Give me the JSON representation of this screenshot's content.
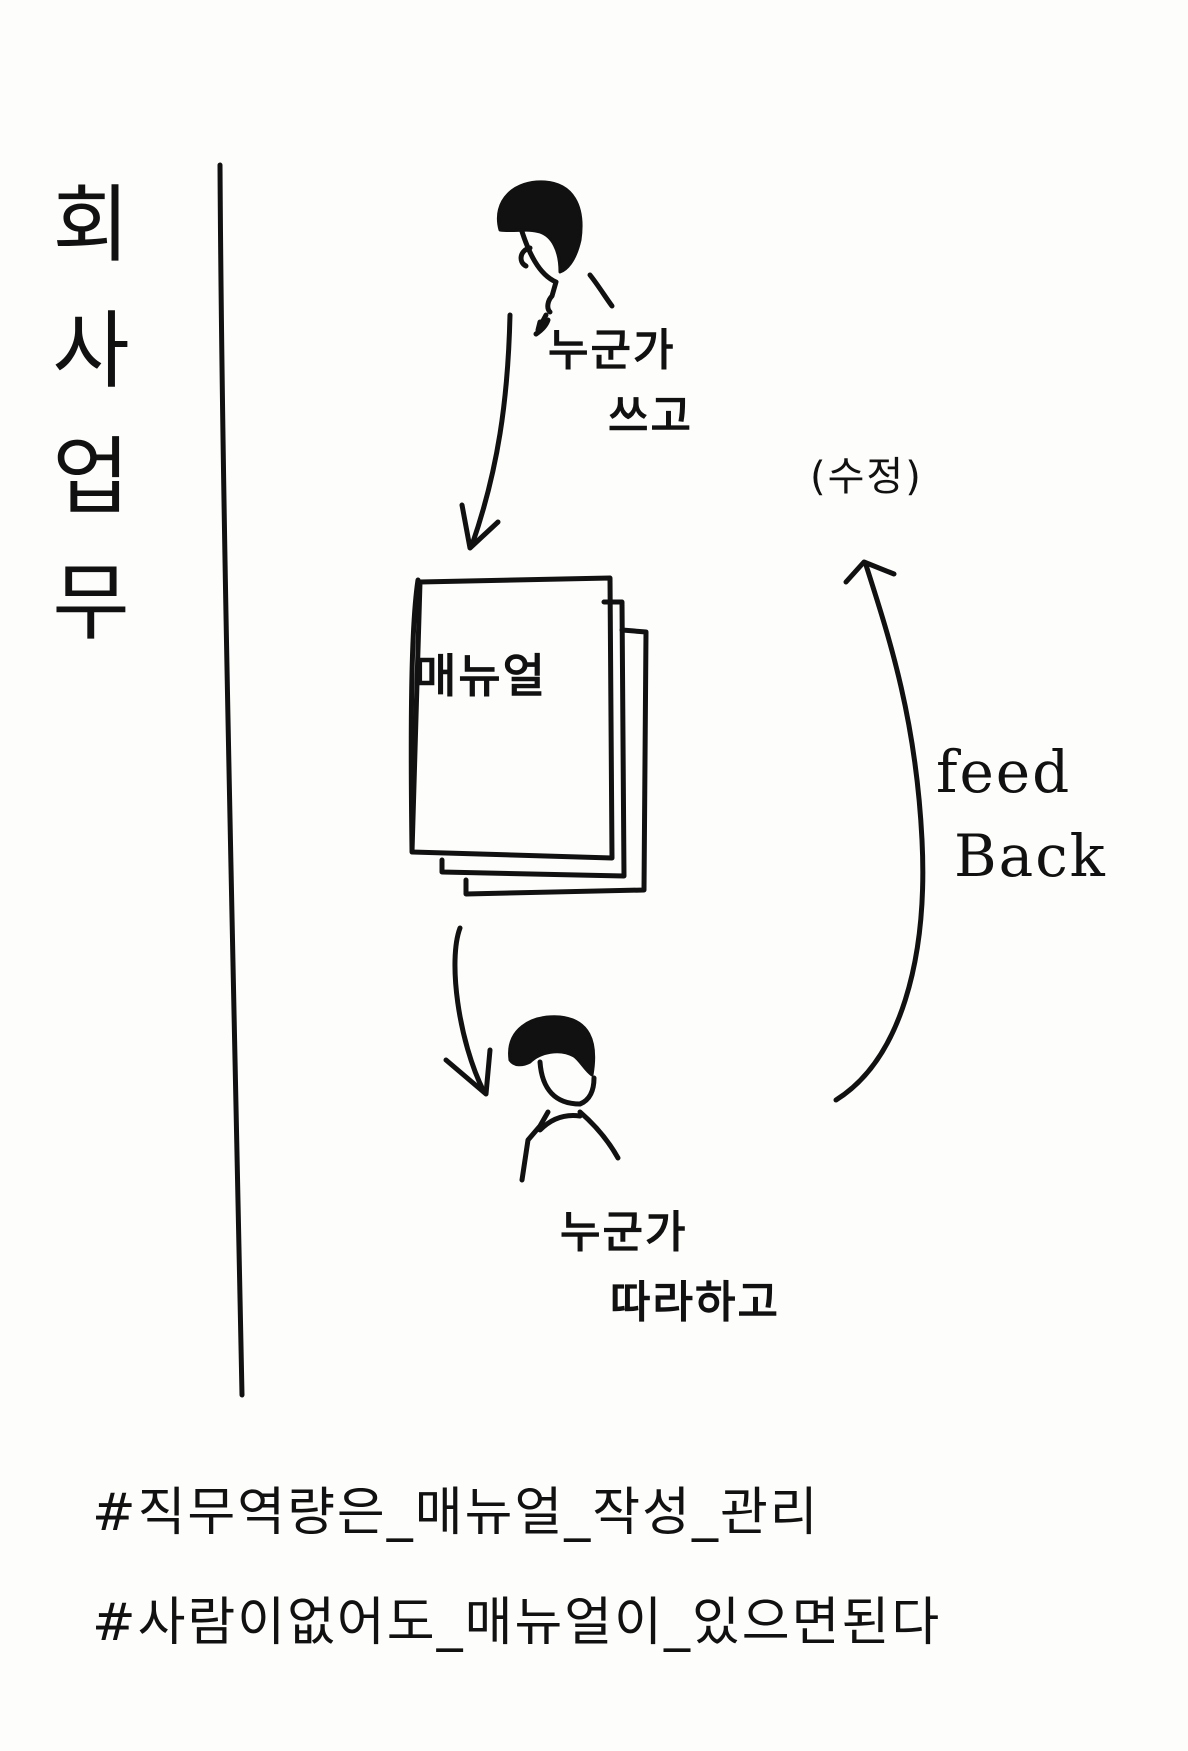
{
  "title": {
    "chars": [
      "회",
      "사",
      "업",
      "무"
    ]
  },
  "manual": {
    "label": "매뉴얼"
  },
  "writer": {
    "line1": "누군가",
    "line2": "쓰고"
  },
  "follower": {
    "line1": "누군가",
    "line2": "따라하고"
  },
  "edit": {
    "label": "(수정)"
  },
  "feedback": {
    "line1": "feed",
    "line2": "Back"
  },
  "hashtags": [
    "#직무역량은_매뉴얼_작성_관리",
    "#사람이없어도_매뉴얼이_있으면된다"
  ],
  "colors": {
    "ink": "#111111",
    "paper": "#fdfdfb"
  },
  "icons": [
    "person-icon",
    "person-icon",
    "document-stack-icon",
    "arrow-down-icon",
    "arrow-up-curved-icon"
  ]
}
